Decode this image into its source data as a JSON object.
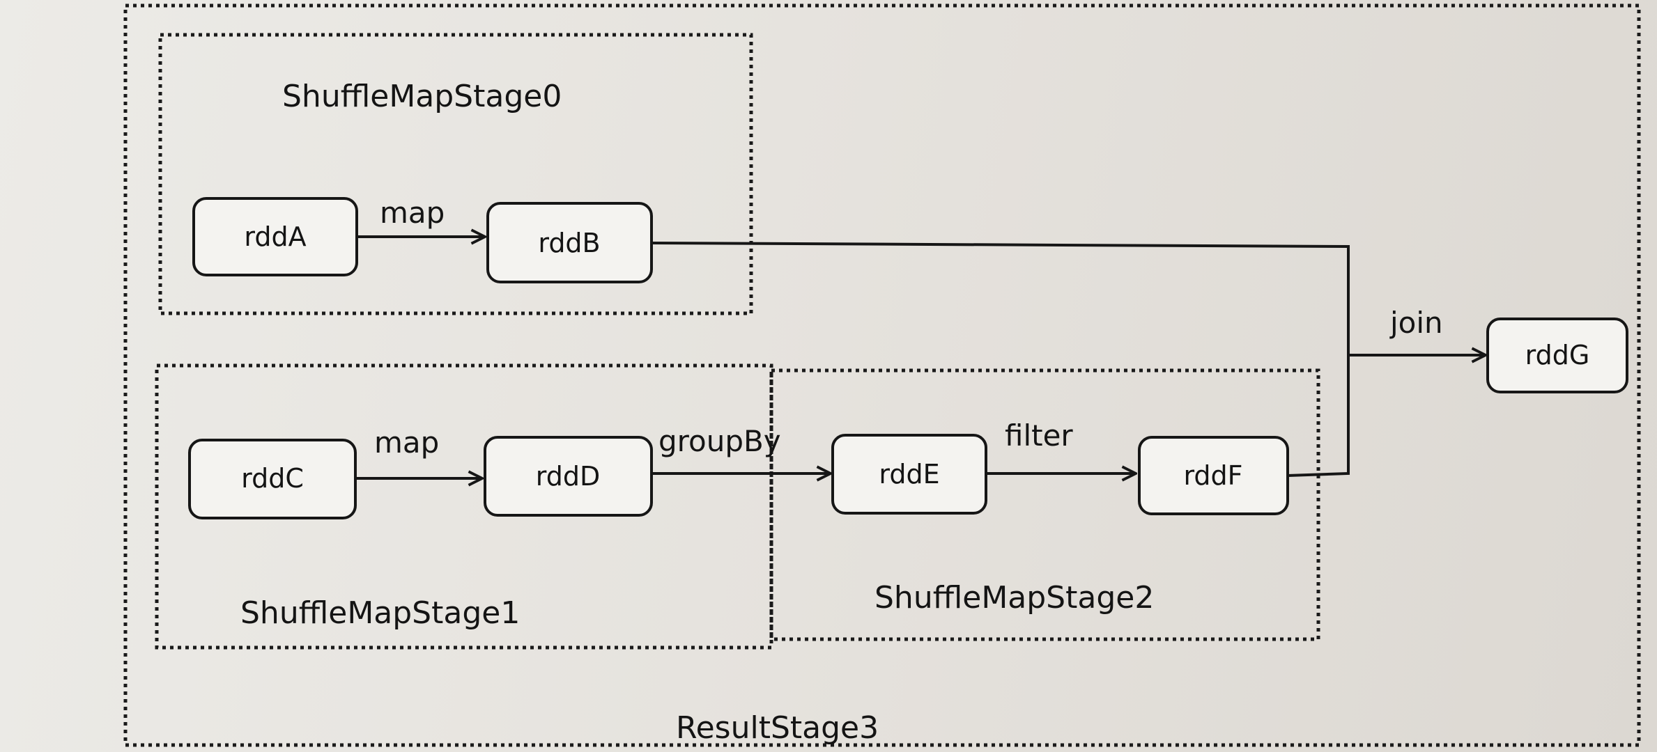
{
  "diagram": {
    "stages": [
      {
        "id": "s0",
        "label": "ShuffleMapStage0"
      },
      {
        "id": "s1",
        "label": "ShuffleMapStage1"
      },
      {
        "id": "s2",
        "label": "ShuffleMapStage2"
      },
      {
        "id": "s3",
        "label": "ResultStage3"
      }
    ],
    "nodes": [
      {
        "id": "rddA",
        "label": "rddA"
      },
      {
        "id": "rddB",
        "label": "rddB"
      },
      {
        "id": "rddC",
        "label": "rddC"
      },
      {
        "id": "rddD",
        "label": "rddD"
      },
      {
        "id": "rddE",
        "label": "rddE"
      },
      {
        "id": "rddF",
        "label": "rddF"
      },
      {
        "id": "rddG",
        "label": "rddG"
      }
    ],
    "edges": [
      {
        "from": "rddA",
        "to": "rddB",
        "label": "map"
      },
      {
        "from": "rddC",
        "to": "rddD",
        "label": "map"
      },
      {
        "from": "rddD",
        "to": "rddE",
        "label": "groupBy"
      },
      {
        "from": "rddE",
        "to": "rddF",
        "label": "filter"
      },
      {
        "from": "rddB",
        "to": "rddG",
        "label": "join"
      },
      {
        "from": "rddF",
        "to": "rddG",
        "label": ""
      }
    ],
    "colors": {
      "stroke": "#161616",
      "node_fill": "#f4f3f0",
      "text": "#141414"
    }
  }
}
